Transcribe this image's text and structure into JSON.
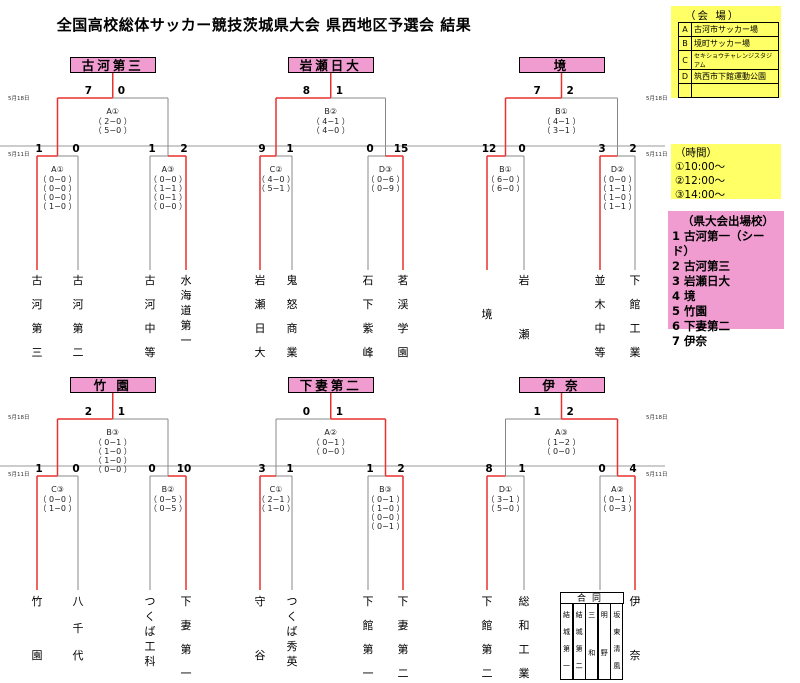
{
  "title": "全国高校総体サッカー競技茨城県大会 県西地区予選会 結果",
  "date_upper": "5月18日",
  "date_lower": "5月11日",
  "venue": {
    "heading": "（会 場）",
    "rows": [
      {
        "key": "A",
        "name": "古河市サッカー場"
      },
      {
        "key": "B",
        "name": "境町サッカー場"
      },
      {
        "key": "C",
        "name": "セキショウチャレンジスタジアム"
      },
      {
        "key": "D",
        "name": "筑西市下館運動公園"
      },
      {
        "key": "",
        "name": ""
      }
    ]
  },
  "times": {
    "heading": "（時間）",
    "items": [
      "①10:00～",
      "②12:00～",
      "③14:00～"
    ]
  },
  "qualified": {
    "heading": "（県大会出場校）",
    "items": [
      "1 古河第一（シード）",
      "2 古河第三",
      "3 岩瀬日大",
      "4 境",
      "5 竹園",
      "6 下妻第二",
      "7 伊奈"
    ]
  },
  "brackets": [
    {
      "winner": "古河第三",
      "final": {
        "label": "A①",
        "scores": [
          "（ 2−0 ）",
          "（ 5−0 ）"
        ],
        "left": "7",
        "right": "0"
      },
      "semis": [
        {
          "label": "A①",
          "scores": [
            "（ 0−0 ）",
            "（ 0−0 ）",
            "（ 0−0 ）",
            "（ 1−0 ）"
          ],
          "left": "1",
          "right": "0"
        },
        {
          "label": "A③",
          "scores": [
            "（ 0−0 ）",
            "（ 1−1 ）",
            "（ 0−1 ）",
            "（ 0−0 ）"
          ],
          "left": "1",
          "right": "2"
        }
      ],
      "teams": [
        [
          "古",
          "河",
          "第",
          "三"
        ],
        [
          "古",
          "河",
          "第",
          "二"
        ],
        [
          "古",
          "河",
          "中",
          "等"
        ],
        [
          "水",
          "海",
          "道",
          "第",
          "一"
        ]
      ]
    },
    {
      "winner": "岩瀬日大",
      "final": {
        "label": "B②",
        "scores": [
          "（ 4−1 ）",
          "（ 4−0 ）"
        ],
        "left": "8",
        "right": "1"
      },
      "semis": [
        {
          "label": "C②",
          "scores": [
            "（ 4−0 ）",
            "（ 5−1 ）"
          ],
          "left": "9",
          "right": "1"
        },
        {
          "label": "D③",
          "scores": [
            "（ 0−6 ）",
            "（ 0−9 ）"
          ],
          "left": "0",
          "right": "15"
        }
      ],
      "teams": [
        [
          "岩",
          "瀬",
          "日",
          "大"
        ],
        [
          "鬼",
          "怒",
          "商",
          "業"
        ],
        [
          "石",
          "下",
          "紫",
          "峰"
        ],
        [
          "茗",
          "渓",
          "学",
          "園"
        ]
      ]
    },
    {
      "winner": "境",
      "final": {
        "label": "B①",
        "scores": [
          "（ 4−1 ）",
          "（ 3−1 ）"
        ],
        "left": "7",
        "right": "2"
      },
      "semis": [
        {
          "label": "B①",
          "scores": [
            "（ 6−0 ）",
            "（ 6−0 ）"
          ],
          "left": "12",
          "right": "0"
        },
        {
          "label": "D②",
          "scores": [
            "（ 0−0 ）",
            "（ 1−1 ）",
            "（ 1−0 ）",
            "（ 1−1 ）"
          ],
          "left": "3",
          "right": "2"
        }
      ],
      "teams": [
        [
          "境"
        ],
        [
          "岩",
          "瀬"
        ],
        [
          "並",
          "木",
          "中",
          "等"
        ],
        [
          "下",
          "館",
          "工",
          "業"
        ]
      ]
    },
    {
      "winner": "竹 園",
      "final": {
        "label": "B③",
        "scores": [
          "（ 0−1 ）",
          "（ 1−0 ）",
          "（ 1−0 ）",
          "（ 0−0 ）"
        ],
        "left": "2",
        "right": "1"
      },
      "semis": [
        {
          "label": "C③",
          "scores": [
            "（ 0−0 ）",
            "（ 1−0 ）"
          ],
          "left": "1",
          "right": "0"
        },
        {
          "label": "B②",
          "scores": [
            "（ 0−5 ）",
            "（ 0−5 ）"
          ],
          "left": "0",
          "right": "10"
        }
      ],
      "teams": [
        [
          "竹",
          "園"
        ],
        [
          "八",
          "千",
          "代"
        ],
        [
          "つ",
          "く",
          "ば",
          "工",
          "科"
        ],
        [
          "下",
          "妻",
          "第",
          "一"
        ]
      ]
    },
    {
      "winner": "下妻第二",
      "final": {
        "label": "A②",
        "scores": [
          "（ 0−1 ）",
          "（ 0−0 ）"
        ],
        "left": "0",
        "right": "1"
      },
      "semis": [
        {
          "label": "C①",
          "scores": [
            "（ 2−1 ）",
            "（ 1−0 ）"
          ],
          "left": "3",
          "right": "1"
        },
        {
          "label": "B③",
          "scores": [
            "（ 0−1 ）",
            "（ 1−0 ）",
            "（ 0−0 ）",
            "（ 0−1 ）"
          ],
          "left": "1",
          "right": "2"
        }
      ],
      "teams": [
        [
          "守",
          "谷"
        ],
        [
          "つ",
          "く",
          "ば",
          "秀",
          "英"
        ],
        [
          "下",
          "館",
          "第",
          "一"
        ],
        [
          "下",
          "妻",
          "第",
          "二"
        ]
      ]
    },
    {
      "winner": "伊 奈",
      "final": {
        "label": "A③",
        "scores": [
          "（ 1−2 ）",
          "（ 0−0 ）"
        ],
        "left": "1",
        "right": "2"
      },
      "semis": [
        {
          "label": "D①",
          "scores": [
            "（ 3−1 ）",
            "（ 5−0 ）"
          ],
          "left": "8",
          "right": "1"
        },
        {
          "label": "A②",
          "scores": [
            "（ 0−1 ）",
            "（ 0−3 ）"
          ],
          "left": "0",
          "right": "4"
        }
      ],
      "teams": [
        [
          "下",
          "館",
          "第",
          "二"
        ],
        [
          "総",
          "和",
          "工",
          "業"
        ],
        [
          "合同"
        ],
        [
          "伊",
          "奈"
        ]
      ]
    }
  ],
  "joint_team": {
    "heading": "合同",
    "columns": [
      [
        "結",
        "城",
        "第",
        "一"
      ],
      [
        "結",
        "城",
        "第",
        "二"
      ],
      [
        "三",
        "和"
      ],
      [
        "明",
        "野"
      ],
      [
        "坂",
        "東",
        "清",
        "風"
      ]
    ]
  },
  "colors": {
    "red": "#e8312f",
    "gray": "#888888",
    "pink": "#f09cd0",
    "yellow": "#ffff66"
  }
}
